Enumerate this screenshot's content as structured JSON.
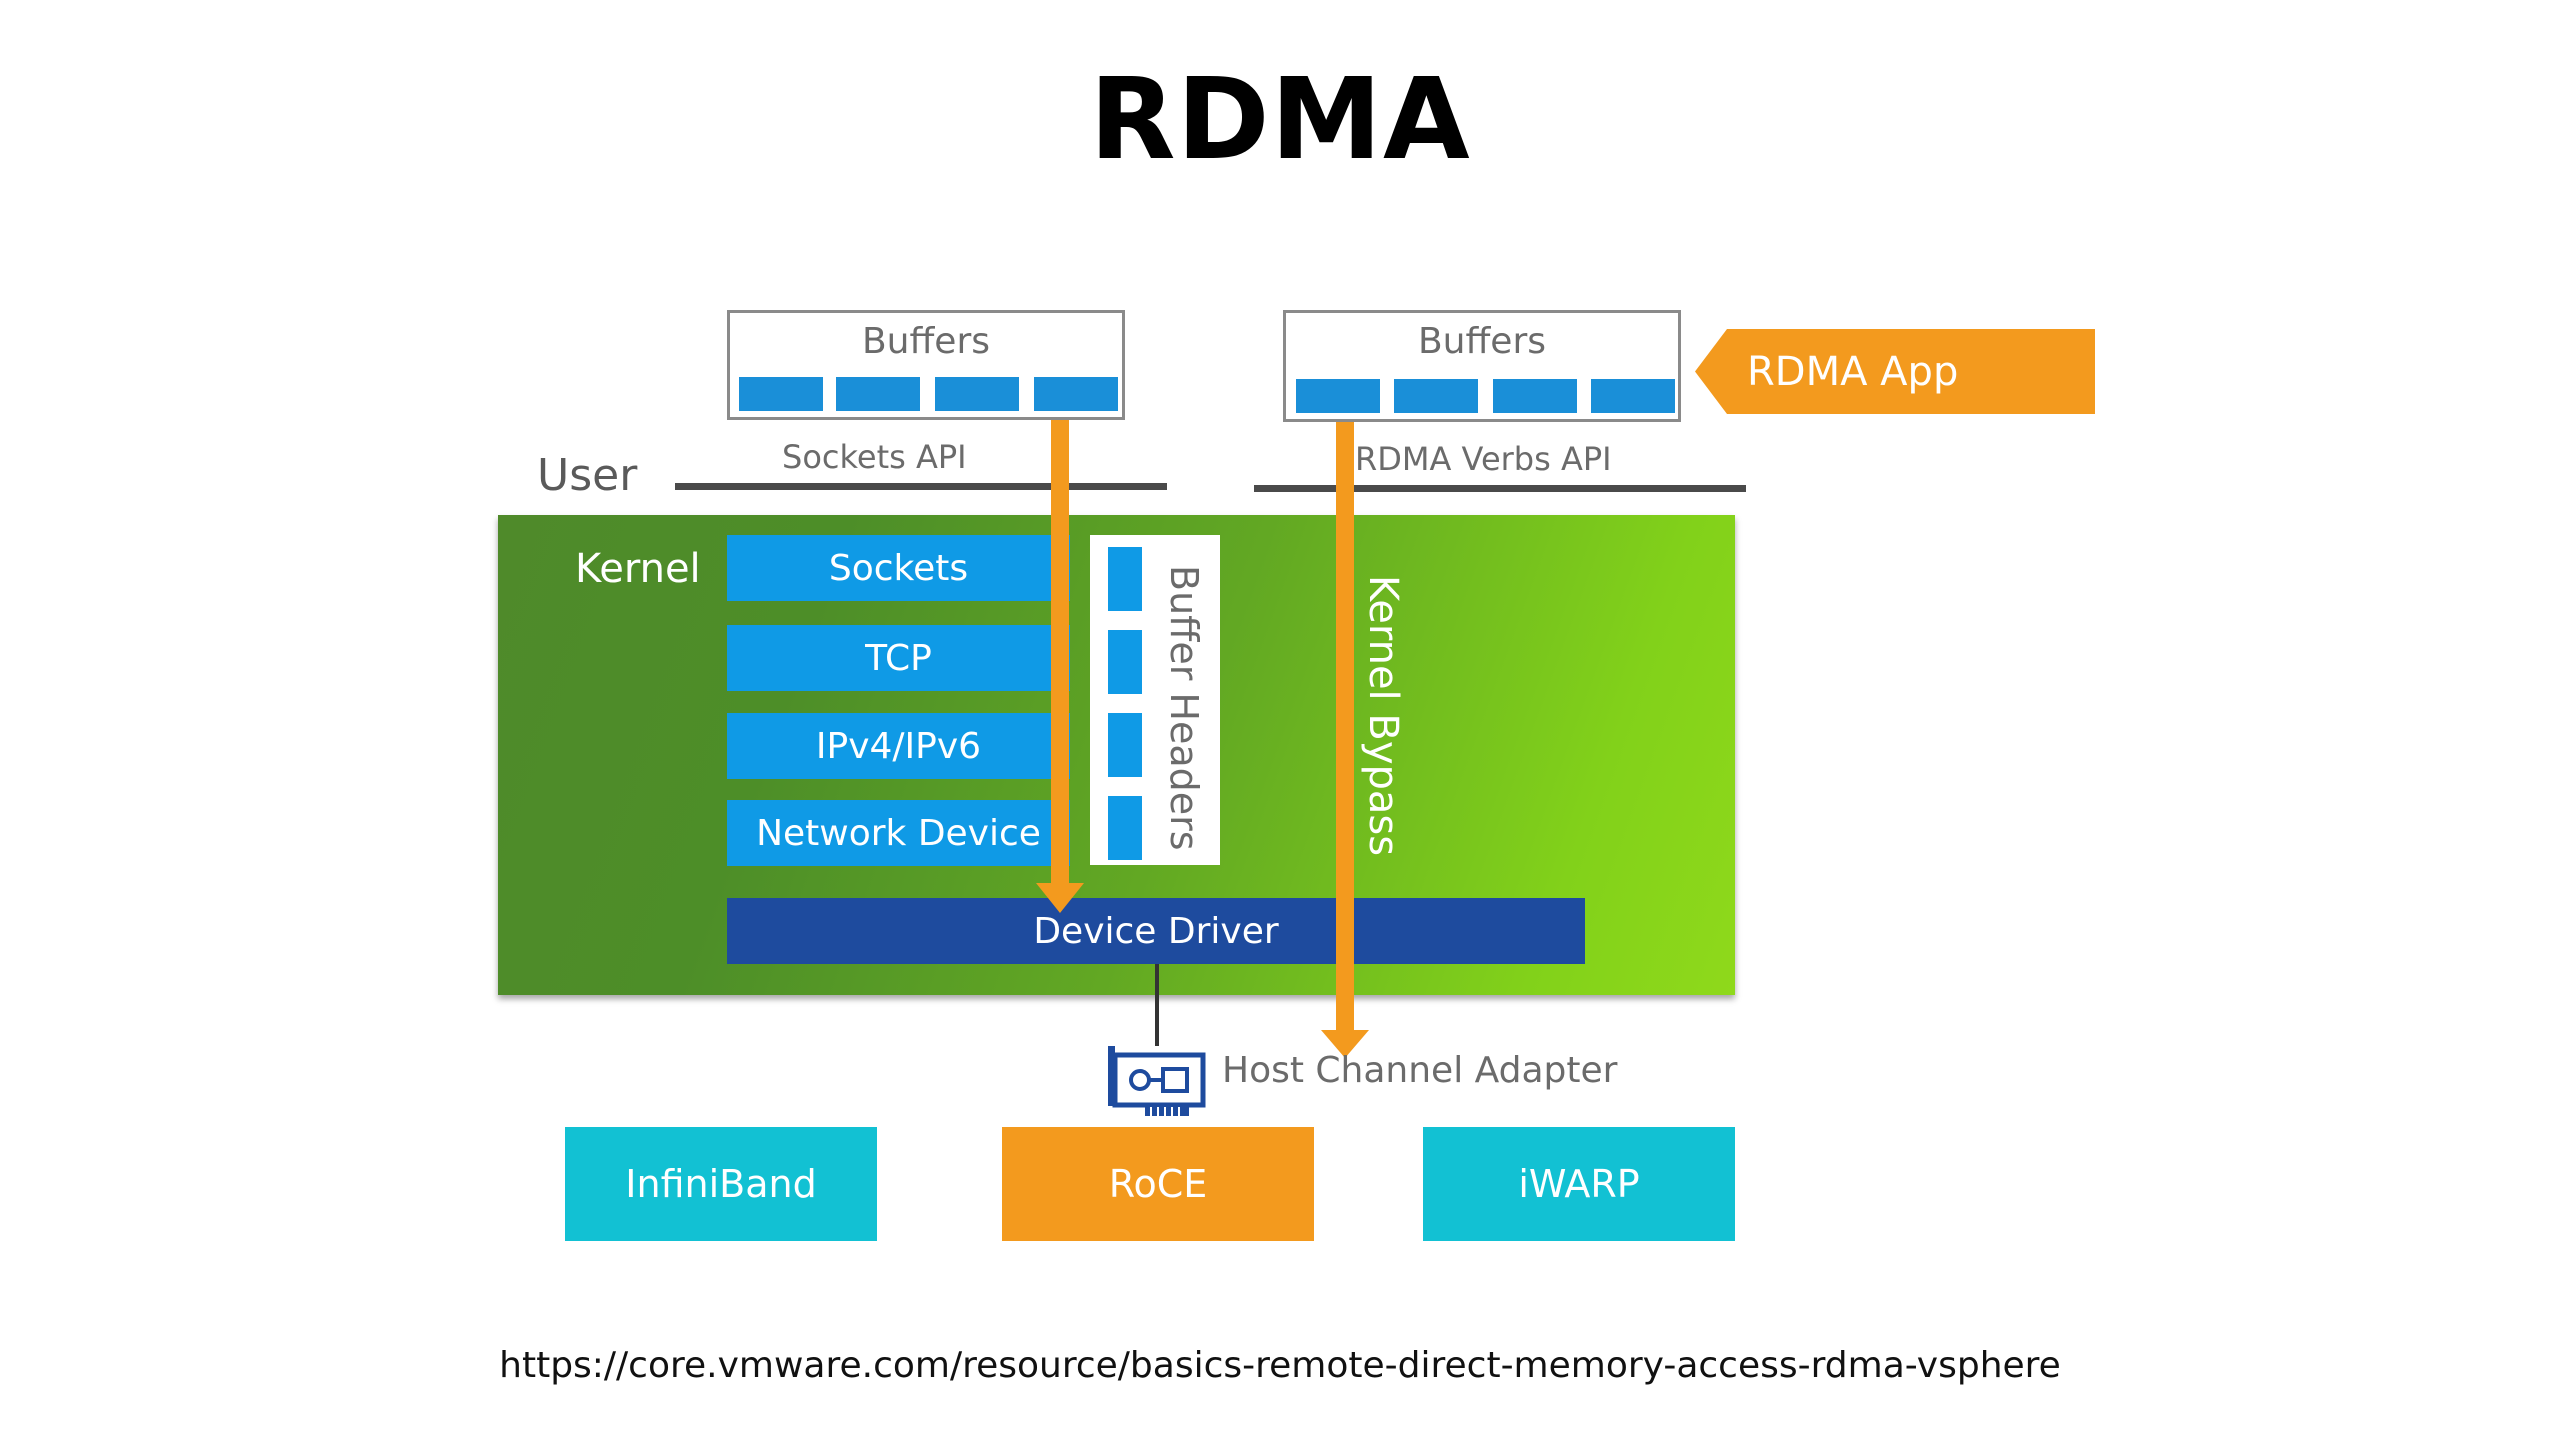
{
  "title": "RDMA",
  "left_buffers": {
    "label": "Buffers"
  },
  "right_buffers": {
    "label": "Buffers"
  },
  "sockets_api": "Sockets API",
  "rdma_verbs_api": "RDMA Verbs API",
  "user_label": "User",
  "rdma_app": "RDMA App",
  "kernel": {
    "label": "Kernel",
    "stack": [
      "Sockets",
      "TCP",
      "IPv4/IPv6",
      "Network Device"
    ],
    "buffer_headers": "Buffer Headers",
    "kernel_bypass": "Kernel Bypass",
    "device_driver": "Device Driver"
  },
  "host_channel_adapter": "Host Channel Adapter",
  "transports": [
    {
      "label": "InfiniBand",
      "color": "#12c1d3"
    },
    {
      "label": "RoCE",
      "color": "#f39a1e"
    },
    {
      "label": "iWARP",
      "color": "#12c1d3"
    }
  ],
  "source_url": "https://core.vmware.com/resource/basics-remote-direct-memory-access-rdma-vsphere",
  "colors": {
    "accent_blue": "#0f9ae6",
    "driver_blue": "#1e4b9e",
    "arrow_orange": "#f39a1e",
    "kernel_green": "#62a823"
  },
  "icons": [
    "network-card-icon"
  ]
}
